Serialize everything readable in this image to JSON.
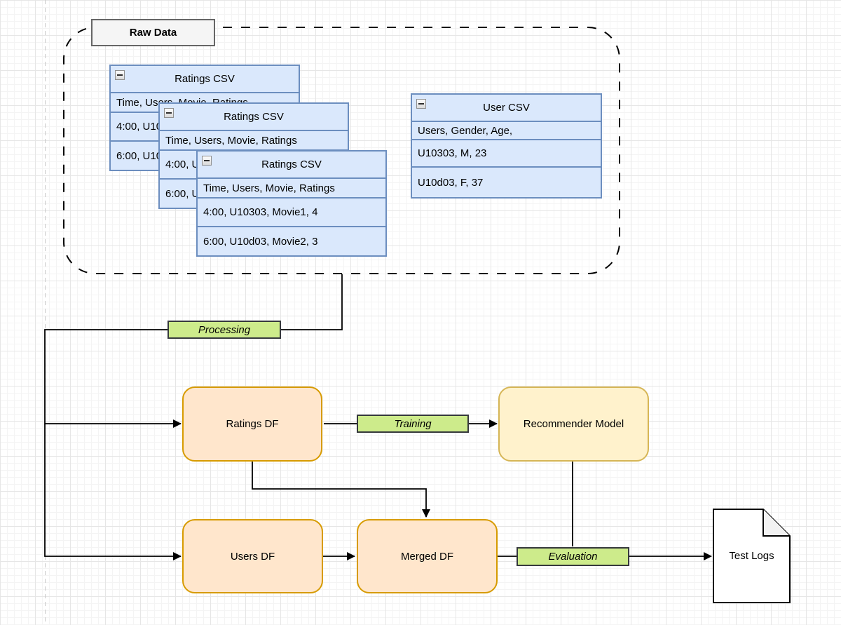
{
  "raw_data_group": {
    "label": "Raw Data",
    "ratings_csv": {
      "title": "Ratings CSV",
      "rows": [
        "Time, Users, Movie, Ratings",
        "4:00, U10303, Movie1, 4",
        "6:00, U10d03, Movie2, 3"
      ],
      "copies": 3
    },
    "user_csv": {
      "title": "User CSV",
      "rows": [
        "Users, Gender, Age,",
        "U10303, M, 23",
        "U10d03, F, 37"
      ]
    }
  },
  "nodes": {
    "ratings_df": "Ratings DF",
    "users_df": "Users DF",
    "merged_df": "Merged DF",
    "recommender_model": "Recommender Model",
    "test_logs": "Test Logs"
  },
  "edge_labels": {
    "processing": "Processing",
    "training": "Training",
    "evaluation": "Evaluation"
  },
  "colors": {
    "table_fill": "#dae8fc",
    "table_border": "#6c8ebf",
    "df_fill": "#ffe6cc",
    "df_border": "#d79b00",
    "model_fill": "#fff2cc",
    "model_border": "#d6b656",
    "edge_label_fill": "#cdeb8b",
    "edge_label_border": "#36393d",
    "group_label_fill": "#f5f5f5",
    "group_label_border": "#666666",
    "connector": "#000000",
    "doc_fold_fill": "#f2f2f2"
  }
}
